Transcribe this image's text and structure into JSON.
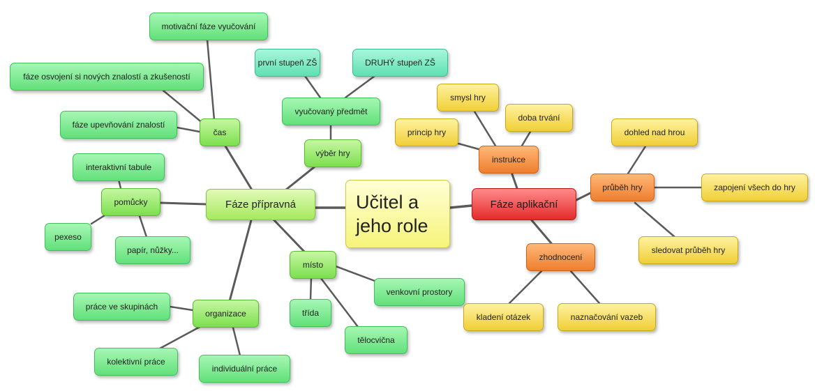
{
  "mindmap": {
    "center": {
      "line1": "Učitel a",
      "line2": "jeho role"
    },
    "left": {
      "main": "Fáze přípravná",
      "cas": {
        "label": "čas",
        "children": [
          "motivační fáze vyučování",
          "fáze osvojení si nových znalostí a zkušeností",
          "fáze upevňování znalostí"
        ]
      },
      "vyber": {
        "label": "výběr hry",
        "predmet": {
          "label": "vyučovaný předmět",
          "children": [
            "první stupeň ZŠ",
            "DRUHÝ stupeň ZŠ"
          ]
        }
      },
      "pomucky": {
        "label": "pomůcky",
        "children": [
          "interaktivní tabule",
          "pexeso",
          "papír, nůžky..."
        ]
      },
      "misto": {
        "label": "místo",
        "children": [
          "venkovní prostory",
          "třída",
          "tělocvična"
        ]
      },
      "organizace": {
        "label": "organizace",
        "children": [
          "práce ve skupinách",
          "kolektivní práce",
          "individuální práce"
        ]
      }
    },
    "right": {
      "main": "Fáze aplikační",
      "instrukce": {
        "label": "instrukce",
        "children": [
          "smysl hry",
          "doba trvání",
          "princip hry"
        ]
      },
      "prubeh": {
        "label": "průběh hry",
        "children": [
          "dohled nad hrou",
          "zapojení všech do hry",
          "sledovat průběh hry"
        ]
      },
      "zhodnoceni": {
        "label": "zhodnocení",
        "children": [
          "kladení otázek",
          "naznačování vazeb"
        ]
      }
    }
  }
}
